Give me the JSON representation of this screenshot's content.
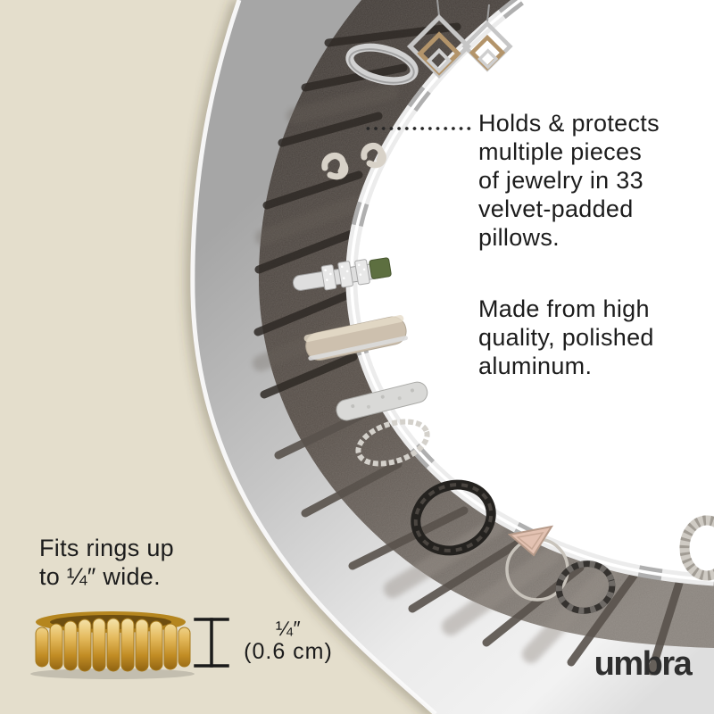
{
  "palette": {
    "background": "#e4decc",
    "text": "#1c1c1c",
    "hole_white": "#ffffff",
    "velvet_dark": "#433d39",
    "velvet_light": "#8a847e",
    "aluminum_light": "#e9e9e9",
    "aluminum_mid": "#c6c6c6",
    "gold": "#d9a83c",
    "logo_color": "#2e2e2e"
  },
  "annotations": {
    "feature_1": {
      "full": "Holds & protects multiple pieces of jewelry in 33 velvet-padded pillows.",
      "lines": [
        "Holds & protects",
        "multiple pieces",
        "of jewelry in 33",
        "velvet-padded",
        "pillows."
      ]
    },
    "feature_2": {
      "full": "Made from high quality, polished aluminum.",
      "lines": [
        "Made from high",
        "quality, polished",
        "aluminum."
      ]
    },
    "fits_note": {
      "full": "Fits rings up to ¼″ wide.",
      "lines": [
        "Fits rings up",
        "to ¼″ wide."
      ]
    },
    "measurement": {
      "inches": "¼″",
      "cm": "(0.6 cm)"
    }
  },
  "brand": {
    "logo_text": "umbra"
  }
}
